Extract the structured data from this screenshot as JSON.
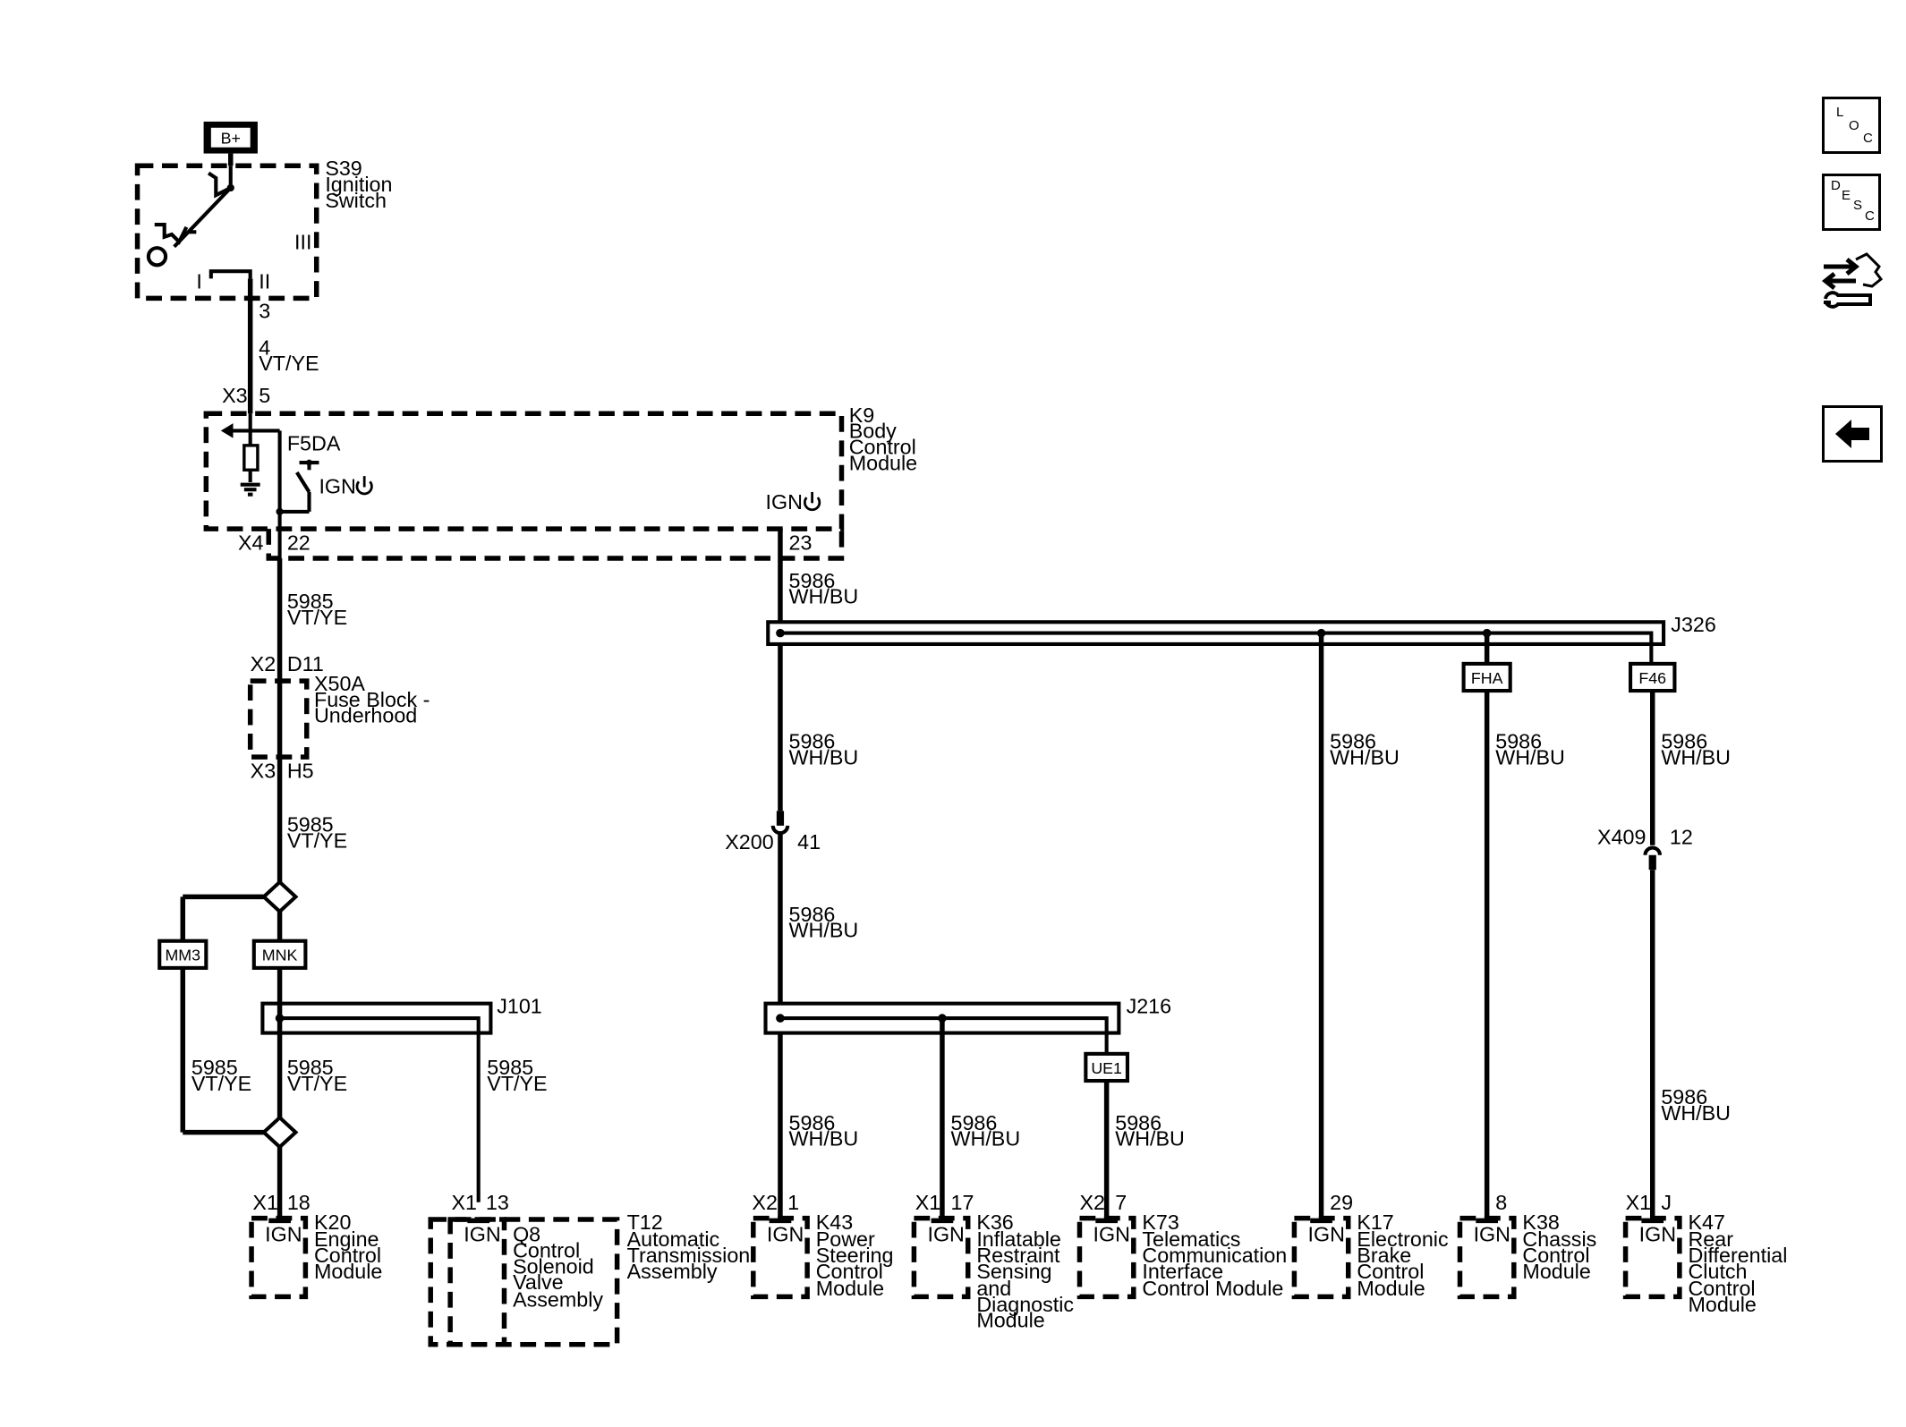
{
  "toolbar": {
    "loc_letters": [
      "L",
      "O",
      "C"
    ],
    "desc_letters": [
      "D",
      "E",
      "S",
      "C"
    ]
  },
  "power": {
    "label": "B+"
  },
  "s39": {
    "lines": [
      "S39",
      "Ignition",
      "Switch"
    ],
    "pos_I": "I",
    "pos_II": "II",
    "pos_III": "III",
    "pin": "3"
  },
  "wire4": {
    "lines": [
      "4",
      "VT/YE"
    ]
  },
  "k9": {
    "lines": [
      "K9",
      "Body",
      "Control",
      "Module"
    ],
    "conn_x3": "X3",
    "pin_5": "5",
    "fuse": "F5DA",
    "ign_left": "IGN",
    "ign_right": "IGN",
    "conn_x4": "X4",
    "pin_22": "22",
    "pin_23": "23"
  },
  "wires": {
    "w5985": [
      "5985",
      "VT/YE"
    ],
    "w5986": [
      "5986",
      "WH/BU"
    ]
  },
  "x50a": {
    "lines": [
      "X50A",
      "Fuse Block -",
      "Underhood"
    ],
    "conn_top": "X2",
    "pin_top": "D11",
    "conn_bot": "X3",
    "pin_bot": "H5"
  },
  "splices": {
    "mm3": "MM3",
    "mnk": "MNK",
    "j101": "J101",
    "j216": "J216",
    "j326": "J326",
    "fha": "FHA",
    "f46": "F46",
    "ue1": "UE1"
  },
  "x200": {
    "conn": "X200",
    "pin": "41"
  },
  "x409": {
    "conn": "X409",
    "pin": "12"
  },
  "modules": [
    {
      "conn": "X1",
      "pin": "18",
      "ign": "IGN",
      "lines": [
        "K20",
        "Engine",
        "Control",
        "Module"
      ]
    },
    {
      "conn": "X1",
      "pin": "13",
      "ign": "IGN",
      "lines": [
        "Q8",
        "Control",
        "Solenoid",
        "Valve",
        "Assembly"
      ]
    },
    {
      "conn": "X2",
      "pin": "1",
      "ign": "IGN",
      "lines": [
        "K43",
        "Power",
        "Steering",
        "Control",
        "Module"
      ]
    },
    {
      "conn": "X1",
      "pin": "17",
      "ign": "IGN",
      "lines": [
        "K36",
        "Inflatable",
        "Restraint",
        "Sensing",
        "and",
        "Diagnostic",
        "Module"
      ]
    },
    {
      "conn": "X2",
      "pin": "7",
      "ign": "IGN",
      "lines": [
        "K73",
        "Telematics",
        "Communication",
        "Interface",
        "Control Module"
      ]
    },
    {
      "conn": "",
      "pin": "29",
      "ign": "IGN",
      "lines": [
        "K17",
        "Electronic",
        "Brake",
        "Control",
        "Module"
      ]
    },
    {
      "conn": "",
      "pin": "8",
      "ign": "IGN",
      "lines": [
        "K38",
        "Chassis",
        "Control",
        "Module"
      ]
    },
    {
      "conn": "X1",
      "pin": "J",
      "ign": "IGN",
      "lines": [
        "K47",
        "Rear",
        "Differential",
        "Clutch",
        "Control",
        "Module"
      ]
    }
  ],
  "t12": {
    "lines": [
      "T12",
      "Automatic",
      "Transmission",
      "Assembly"
    ]
  }
}
